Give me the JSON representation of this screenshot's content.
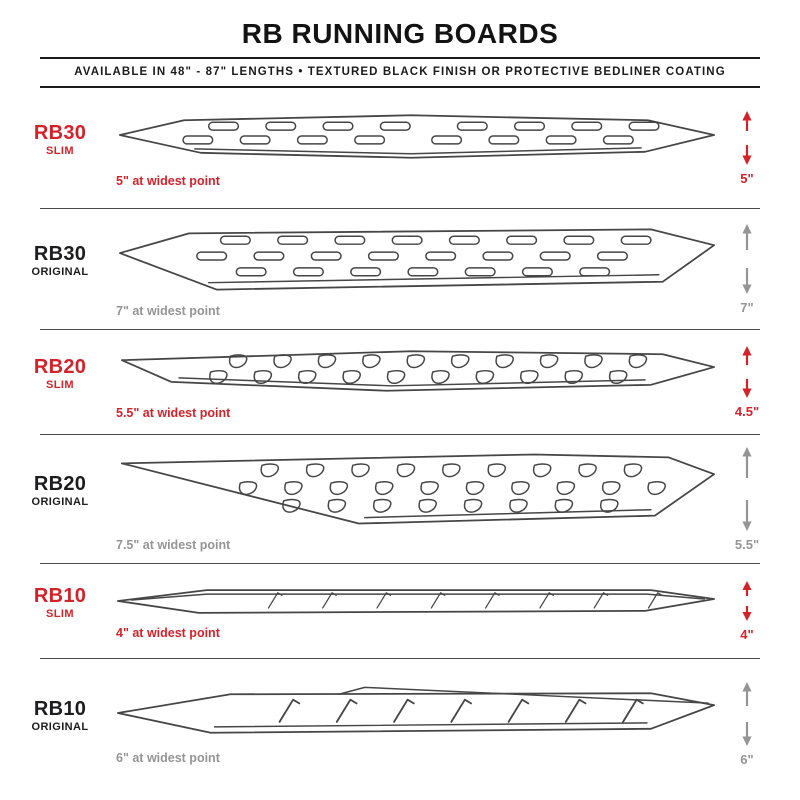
{
  "header": {
    "title": "RB RUNNING BOARDS",
    "subtitle": "AVAILABLE IN 48\" - 87\" LENGTHS  •  TEXTURED BLACK FINISH OR PROTECTIVE BEDLINER COATING"
  },
  "colors": {
    "accent_red": "#d2232a",
    "dark": "#1d1d1f",
    "gray": "#959595",
    "line_art": "#464646"
  },
  "sections": [
    {
      "model": "RB30",
      "variant": "SLIM",
      "style": "slim",
      "widest_label": "5\" at widest point",
      "height_label": "5\""
    },
    {
      "model": "RB30",
      "variant": "ORIGINAL",
      "style": "original",
      "widest_label": "7\" at widest point",
      "height_label": "7\""
    },
    {
      "model": "RB20",
      "variant": "SLIM",
      "style": "slim",
      "widest_label": "5.5\" at widest point",
      "height_label": "4.5\""
    },
    {
      "model": "RB20",
      "variant": "ORIGINAL",
      "style": "original",
      "widest_label": "7.5\" at widest point",
      "height_label": "5.5\""
    },
    {
      "model": "RB10",
      "variant": "SLIM",
      "style": "slim",
      "widest_label": "4\" at widest point",
      "height_label": "4\""
    },
    {
      "model": "RB10",
      "variant": "ORIGINAL",
      "style": "original",
      "widest_label": "6\" at widest point",
      "height_label": "6\""
    }
  ]
}
